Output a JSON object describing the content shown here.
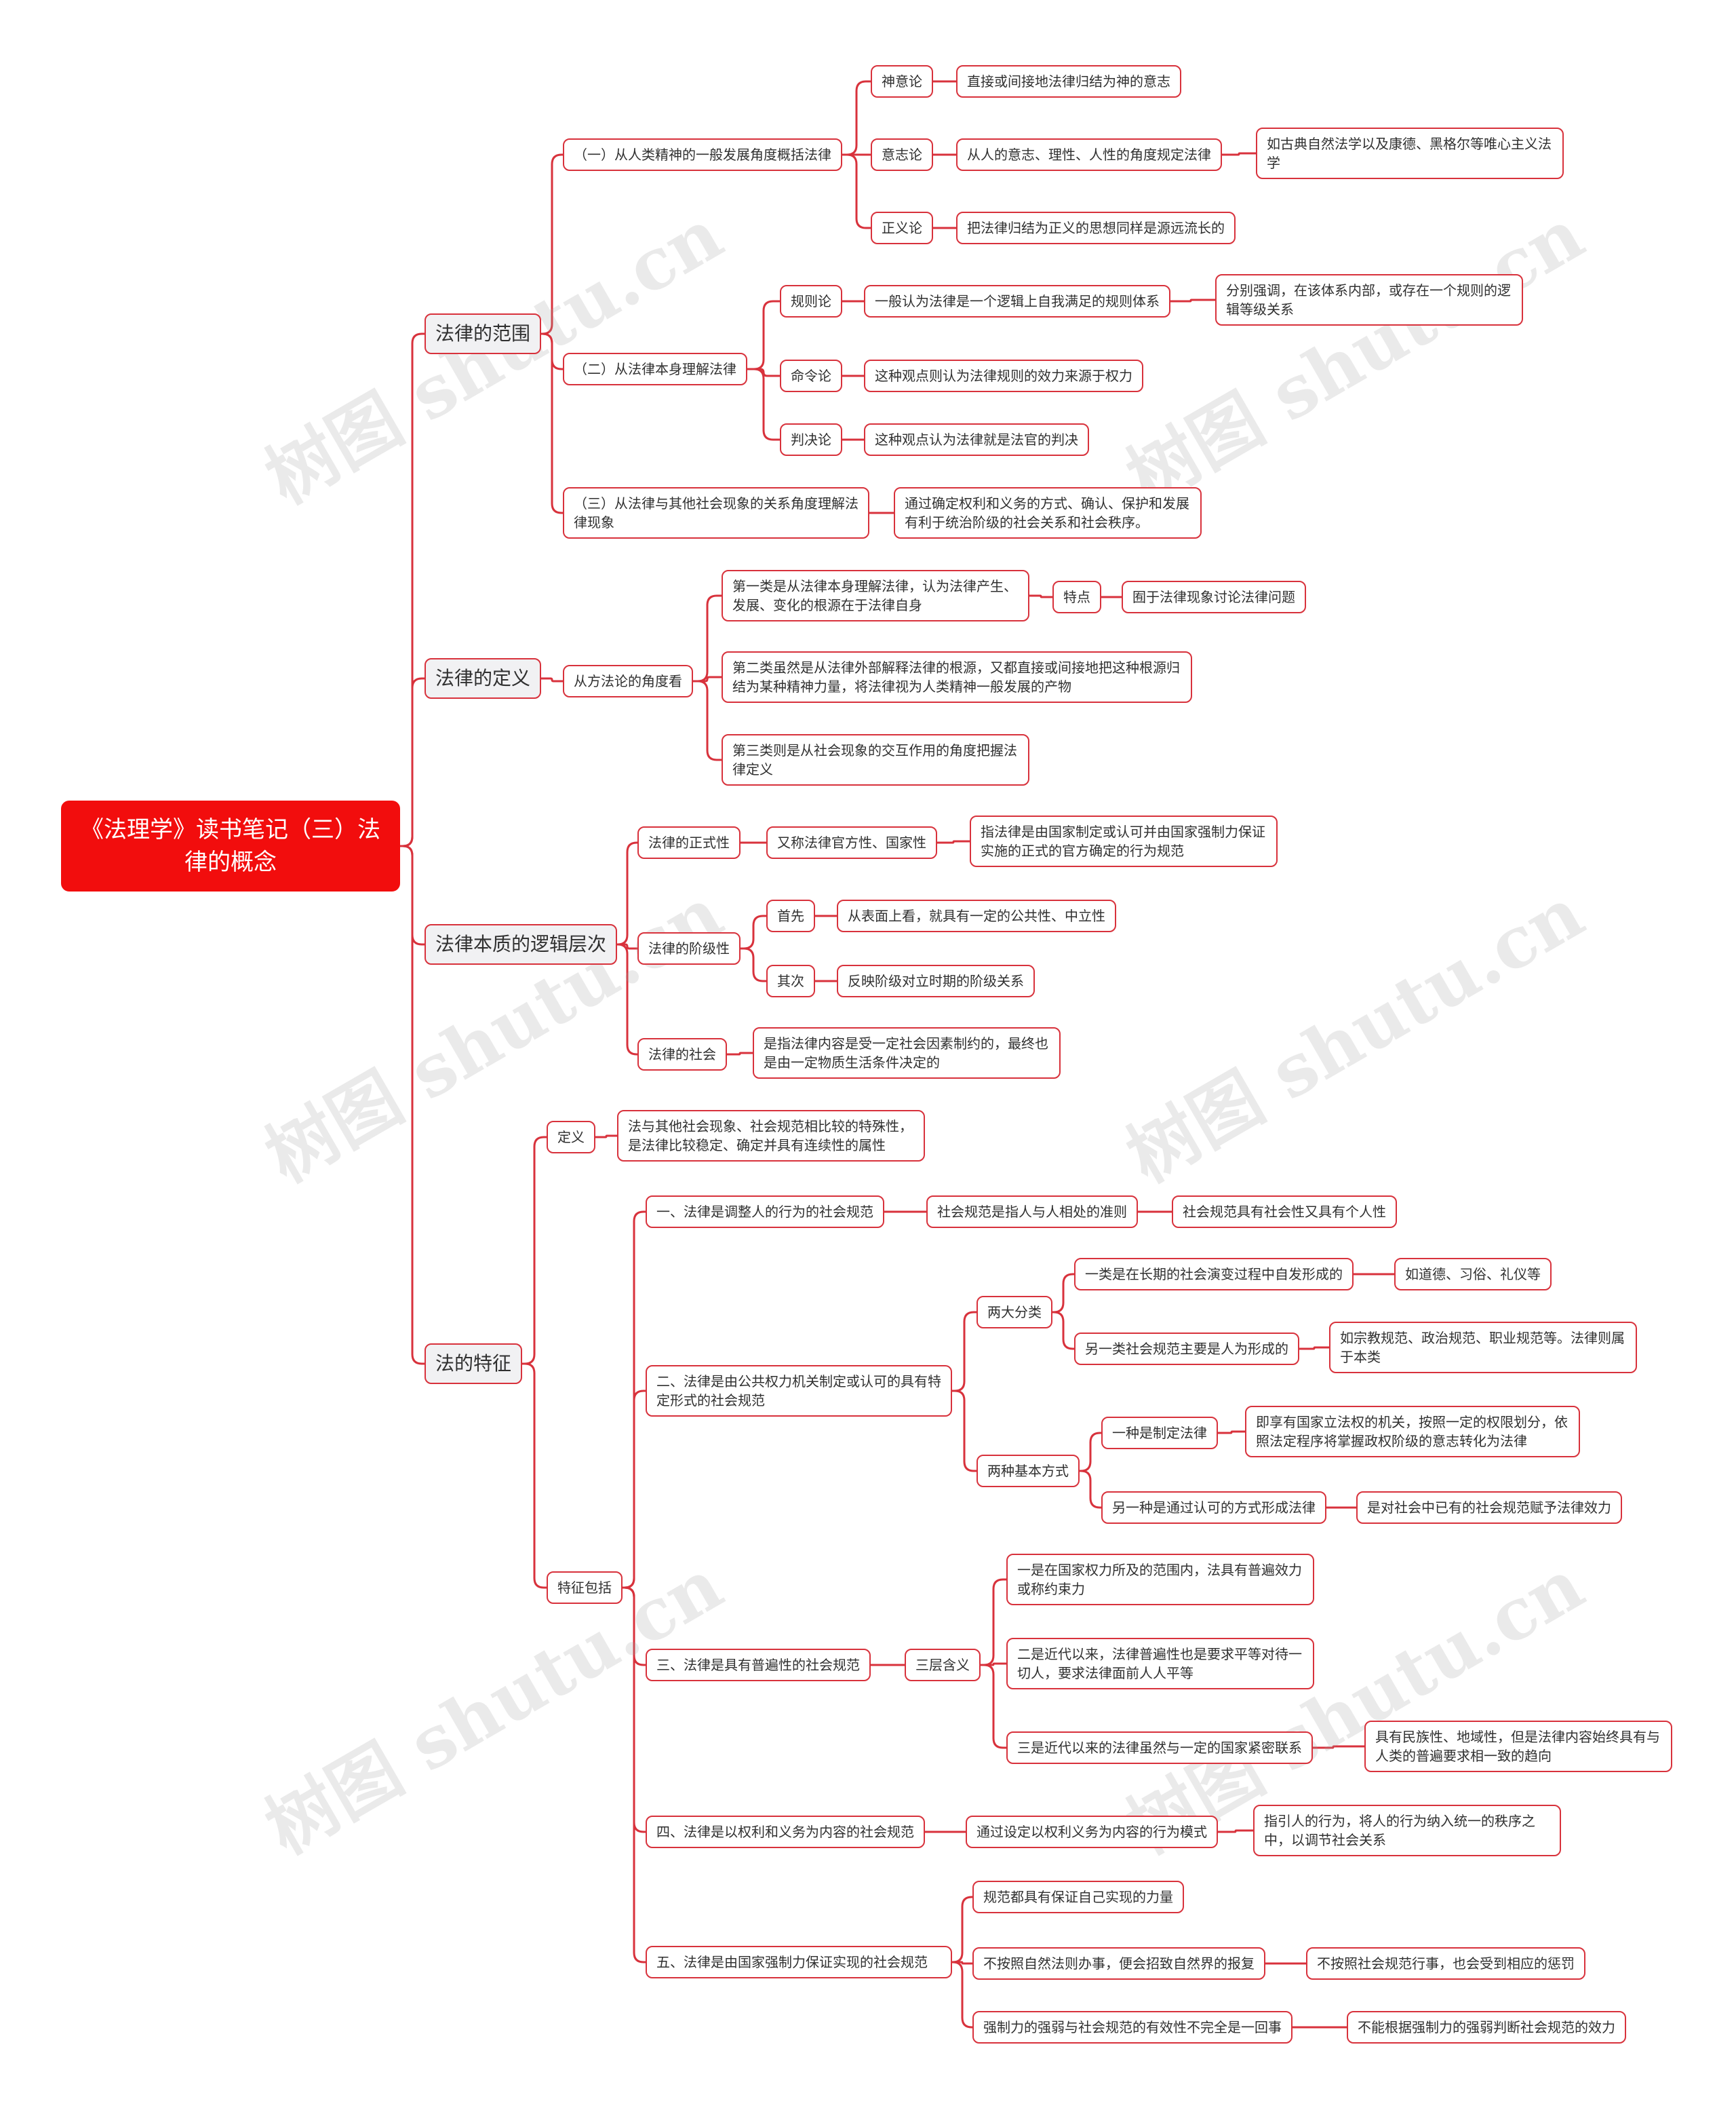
{
  "watermark": "树图 shutu.cn",
  "colors": {
    "line": "#d8323c",
    "root_fill": "#f20d0d",
    "topic_fill": "#f1f1f3"
  },
  "root": "《法理学》读书笔记（三）法律的概念",
  "nodes": {
    "range": "法律的范围",
    "range_1": "（一）从人类精神的一般发展角度概括法律",
    "range_1_a": "神意论",
    "range_1_a_1": "直接或间接地法律归结为神的意志",
    "range_1_b": "意志论",
    "range_1_b_1": "从人的意志、理性、人性的角度规定法律",
    "range_1_b_2": "如古典自然法学以及康德、黑格尔等唯心主义法学",
    "range_1_c": "正义论",
    "range_1_c_1": "把法律归结为正义的思想同样是源远流长的",
    "range_2": "（二）从法律本身理解法律",
    "range_2_a": "规则论",
    "range_2_a_1": "一般认为法律是一个逻辑上自我满足的规则体系",
    "range_2_a_2": "分别强调，在该体系内部，或存在一个规则的逻辑等级关系",
    "range_2_b": "命令论",
    "range_2_b_1": "这种观点则认为法律规则的效力来源于权力",
    "range_2_c": "判决论",
    "range_2_c_1": "这种观点认为法律就是法官的判决",
    "range_3": "（三）从法律与其他社会现象的关系角度理解法律现象",
    "range_3_1": "通过确定权利和义务的方式、确认、保护和发展有利于统治阶级的社会关系和社会秩序。",
    "def": "法律的定义",
    "def_1": "从方法论的角度看",
    "def_1_a": "第一类是从法律本身理解法律，认为法律产生、发展、变化的根源在于法律自身",
    "def_1_a_1": "特点",
    "def_1_a_2": "囿于法律现象讨论法律问题",
    "def_1_b": "第二类虽然是从法律外部解释法律的根源，又都直接或间接地把这种根源归结为某种精神力量，将法律视为人类精神一般发展的产物",
    "def_1_c": "第三类则是从社会现象的交互作用的角度把握法律定义",
    "ess": "法律本质的逻辑层次",
    "ess_1": "法律的正式性",
    "ess_1_1": "又称法律官方性、国家性",
    "ess_1_2": "指法律是由国家制定或认可并由国家强制力保证实施的正式的官方确定的行为规范",
    "ess_2": "法律的阶级性",
    "ess_2_a": "首先",
    "ess_2_a_1": "从表面上看，就具有一定的公共性、中立性",
    "ess_2_b": "其次",
    "ess_2_b_1": "反映阶级对立时期的阶级关系",
    "ess_3": "法律的社会",
    "ess_3_1": "是指法律内容是受一定社会因素制约的，最终也是由一定物质生活条件决定的",
    "feat": "法的特征",
    "feat_def": "定义",
    "feat_def_1": "法与其他社会现象、社会规范相比较的特殊性，是法律比较稳定、确定并具有连续性的属性",
    "feat_inc": "特征包括",
    "f1": "一、法律是调整人的行为的社会规范",
    "f1_1": "社会规范是指人与人相处的准则",
    "f1_2": "社会规范具有社会性又具有个人性",
    "f2": "二、法律是由公共权力机关制定或认可的具有特定形式的社会规范",
    "f2_a": "两大分类",
    "f2_a_1": "一类是在长期的社会演变过程中自发形成的",
    "f2_a_1_1": "如道德、习俗、礼仪等",
    "f2_a_2": "另一类社会规范主要是人为形成的",
    "f2_a_2_1": "如宗教规范、政治规范、职业规范等。法律则属于本类",
    "f2_b": "两种基本方式",
    "f2_b_1": "一种是制定法律",
    "f2_b_1_1": "即享有国家立法权的机关，按照一定的权限划分，依照法定程序将掌握政权阶级的意志转化为法律",
    "f2_b_2": "另一种是通过认可的方式形成法律",
    "f2_b_2_1": "是对社会中已有的社会规范赋予法律效力",
    "f3": "三、法律是具有普遍性的社会规范",
    "f3_a": "三层含义",
    "f3_a_1": "一是在国家权力所及的范围内，法具有普遍效力或称约束力",
    "f3_a_2": "二是近代以来，法律普遍性也是要求平等对待一切人，要求法律面前人人平等",
    "f3_a_3": "三是近代以来的法律虽然与一定的国家紧密联系",
    "f3_a_3_1": "具有民族性、地域性，但是法律内容始终具有与人类的普遍要求相一致的趋向",
    "f4": "四、法律是以权利和义务为内容的社会规范",
    "f4_1": "通过设定以权利义务为内容的行为模式",
    "f4_2": "指引人的行为，将人的行为纳入统一的秩序之中，以调节社会关系",
    "f5": "五、法律是由国家强制力保证实现的社会规范",
    "f5_1": "规范都具有保证自己实现的力量",
    "f5_2": "不按照自然法则办事，便会招致自然界的报复",
    "f5_2_1": "不按照社会规范行事，也会受到相应的惩罚",
    "f5_3": "强制力的强弱与社会规范的有效性不完全是一回事",
    "f5_3_1": "不能根据强制力的强弱判断社会规范的效力"
  }
}
